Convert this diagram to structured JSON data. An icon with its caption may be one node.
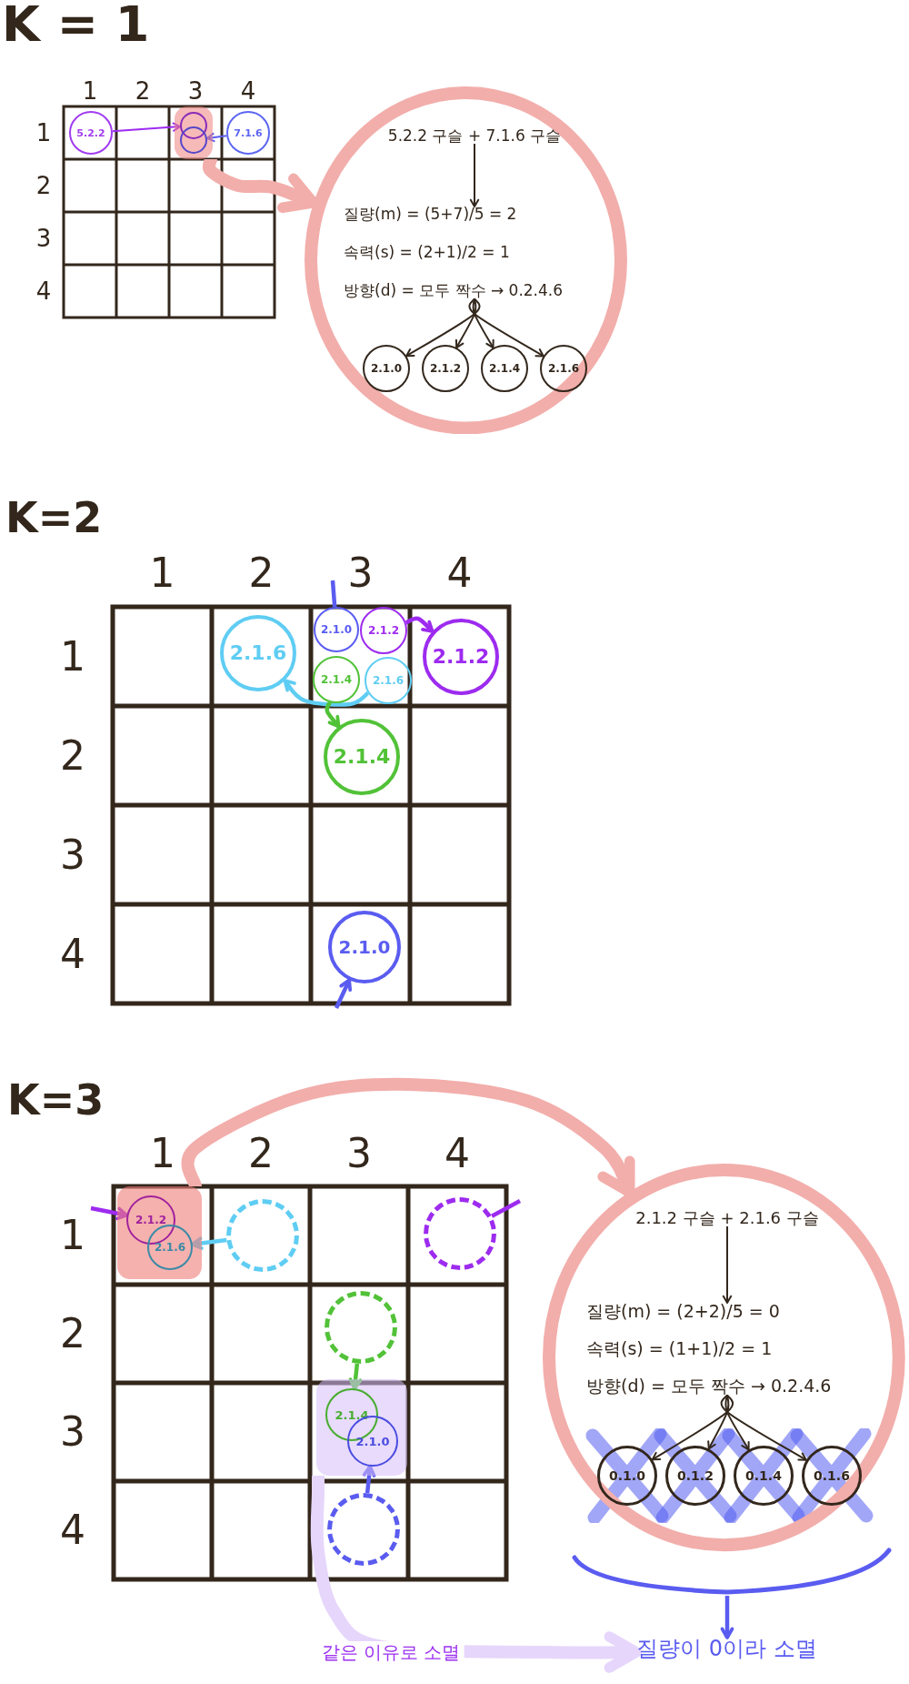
{
  "diagram": {
    "nodes": [
      {
        "text": [
          "5.2.2"
        ]
      },
      {
        "text": [],
        "shape": "box"
      },
      {
        "text": [],
        "shape": "circle",
        "in": 1
      },
      {
        "text": [],
        "shape": "circle",
        "in": 1
      },
      {
        "text": [
          "7.1.6"
        ]
      },
      {
        "text": [],
        "shape": "circle"
      },
      {
        "text": [
          "5.2.2 구슬 + 7.1.6 구슬"
        ],
        "in": 5
      },
      {
        "text": [
          "질량(m) = (5+7)/5 = 2",
          "속력(s) = (2+1)/2 = 1",
          "방향(d) = 모두 짝수 → 0.2.4.6"
        ],
        "in": 5
      },
      {
        "text": [
          "2.1.0"
        ],
        "in": 5
      },
      {
        "text": [
          "2.1.2"
        ],
        "in": 5
      },
      {
        "text": [
          "2.1.4"
        ],
        "in": 5
      },
      {
        "text": [
          "2.1.6"
        ],
        "in": 5
      },
      {
        "text": [
          "2.1.6"
        ]
      },
      {
        "text": [
          "2.1.0"
        ]
      },
      {
        "text": [
          "2.1.2"
        ]
      },
      {
        "text": [
          "2.1.2"
        ]
      },
      {
        "text": [
          "2.1.4"
        ]
      },
      {
        "text": [
          "2.1.6"
        ]
      },
      {
        "text": [
          "2.1.4"
        ]
      },
      {
        "text": [
          "2.1.0"
        ]
      },
      {
        "text": [],
        "shape": "box"
      },
      {
        "text": [
          "2.1.2"
        ],
        "in": 20
      },
      {
        "text": [
          "2.1.6"
        ],
        "in": 20
      },
      {
        "text": [],
        "shape": "circle"
      },
      {
        "text": [],
        "shape": "circle"
      },
      {
        "text": [],
        "shape": "circle"
      },
      {
        "text": [
          "2.1.2 구슬 + 2.1.6 구슬"
        ],
        "in": 25
      },
      {
        "text": [
          "질량(m) = (2+2)/5 = 0",
          "속력(s) = (1+1)/2 = 1",
          "방향(d) = 모두 짝수 → 0.2.4.6"
        ],
        "in": 25
      },
      {
        "text": [
          "0.1.0"
        ],
        "in": 25
      },
      {
        "text": [
          "0.1.2"
        ],
        "in": 25
      },
      {
        "text": [
          "0.1.4"
        ],
        "in": 25
      },
      {
        "text": [
          "0.1.6"
        ],
        "in": 25
      },
      {
        "text": [],
        "shape": "circle"
      },
      {
        "text": [],
        "shape": "box"
      },
      {
        "text": [
          "2.1.4"
        ],
        "in": 33
      },
      {
        "text": [
          "2.1.0"
        ],
        "in": 33
      },
      {
        "text": [],
        "shape": "circle"
      },
      {
        "text": [
          "질량이 0이라 소멸"
        ]
      }
    ],
    "edges": [
      {
        "from": 0,
        "to": 2,
        "arrow": "to",
        "color": "#9d2bef"
      },
      {
        "from": 4,
        "to": 3,
        "arrow": "to",
        "color": "#5a5cf0"
      },
      {
        "from": 1,
        "to": 5,
        "arrow": "to",
        "style": "thick",
        "color": "#f2aeab"
      },
      {
        "from": 6,
        "to": 7,
        "arrow": "to",
        "color": "#33271c"
      },
      {
        "from": 7,
        "to": 8,
        "arrow": "to",
        "color": "#33271c"
      },
      {
        "from": 7,
        "to": 9,
        "arrow": "to",
        "color": "#33271c"
      },
      {
        "from": 7,
        "to": 10,
        "arrow": "to",
        "color": "#33271c"
      },
      {
        "from": 7,
        "to": 11,
        "arrow": "to",
        "color": "#33271c"
      },
      {
        "from": 13,
        "to": null,
        "arrow": "none",
        "color": "#5a5cf0"
      },
      {
        "from": null,
        "to": 19,
        "arrow": "to",
        "color": "#5a5cf0"
      },
      {
        "from": 14,
        "to": 15,
        "arrow": "to",
        "color": "#9d2bef"
      },
      {
        "from": 17,
        "to": 12,
        "arrow": "to",
        "color": "#5fcdf3"
      },
      {
        "from": 16,
        "to": 18,
        "arrow": "to",
        "color": "#52c238"
      },
      {
        "from": 20,
        "to": 25,
        "arrow": "to",
        "style": "thick",
        "color": "#f2aeab"
      },
      {
        "from": 26,
        "to": 27,
        "arrow": "to",
        "color": "#33271c"
      },
      {
        "from": 27,
        "to": 28,
        "arrow": "to",
        "color": "#33271c"
      },
      {
        "from": 27,
        "to": 29,
        "arrow": "to",
        "color": "#33271c"
      },
      {
        "from": 27,
        "to": 30,
        "arrow": "to",
        "color": "#33271c"
      },
      {
        "from": 27,
        "to": 31,
        "arrow": "to",
        "color": "#33271c"
      },
      {
        "from": 24,
        "to": null,
        "arrow": "none",
        "color": "#9d2bef"
      },
      {
        "from": null,
        "to": 21,
        "arrow": "to",
        "color": "#9d2bef"
      },
      {
        "from": 23,
        "to": 22,
        "arrow": "to",
        "color": "#5fcdf3"
      },
      {
        "from": 32,
        "to": 34,
        "arrow": "to",
        "color": "#52c238"
      },
      {
        "from": 36,
        "to": 35,
        "arrow": "to",
        "color": "#5a5cf0"
      },
      {
        "from": 33,
        "to": 37,
        "arrow": "to",
        "label": "같은 이유로 소멸",
        "style": "thick",
        "color": "#e6d6fb"
      },
      {
        "from": null,
        "to": 37,
        "arrow": "to",
        "color": "#5a5cf0"
      }
    ],
    "labels": [
      "K = 1",
      "1",
      "2",
      "3",
      "4",
      "1",
      "2",
      "3",
      "4",
      "K=2",
      "1",
      "2",
      "3",
      "4",
      "1",
      "2",
      "3",
      "4",
      "K=3",
      "1",
      "2",
      "3",
      "4",
      "1",
      "2",
      "3",
      "4"
    ]
  }
}
